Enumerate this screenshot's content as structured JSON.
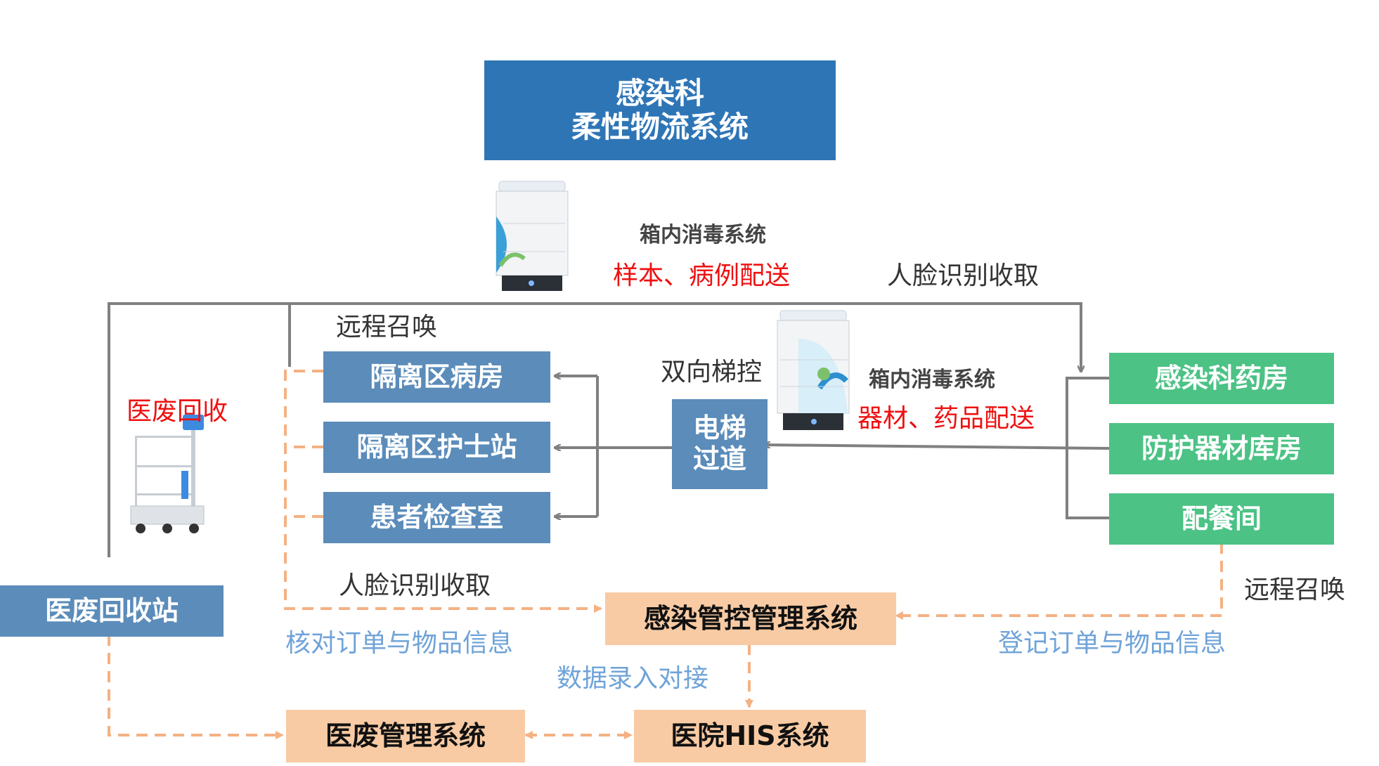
{
  "title": {
    "line1": "感染科",
    "line2": "柔性物流系统"
  },
  "nodes": {
    "ward": "隔离区病房",
    "nurse_station": "隔离区护士站",
    "exam_room": "患者检查室",
    "elevator": {
      "line1": "电梯",
      "line2": "过道"
    },
    "pharmacy": "感染科药房",
    "warehouse": "防护器材库房",
    "kitchen": "配餐间",
    "waste_station": "医废回收站",
    "infection_system": "感染管控管理系统",
    "waste_system": "医废管理系统",
    "his_system": "医院HIS系统"
  },
  "labels": {
    "disinfect_top": "箱内消毒系统",
    "sample_delivery": "样本、病例配送",
    "face_pickup_top": "人脸识别收取",
    "remote_call_top": "远程召唤",
    "two_way_elevator": "双向梯控",
    "disinfect_mid": "箱内消毒系统",
    "equipment_delivery": "器材、药品配送",
    "waste_recovery": "医废回收",
    "face_pickup_bottom": "人脸识别收取",
    "remote_call_right": "远程召唤",
    "verify_order": "核对订单与物品信息",
    "register_order": "登记订单与物品信息",
    "data_entry": "数据录入对接"
  },
  "colors": {
    "title_bg": "#2e75b6",
    "dept_blue": "#5b8cba",
    "dept_green": "#4cc285",
    "system_orange": "#f8cba4",
    "flow_gray": "#808080",
    "dashed_orange": "#f4b183",
    "accent_red": "#ee1111",
    "note_blue": "#6fa3d8"
  },
  "icons": [
    "delivery-robot-icon",
    "delivery-robot-icon",
    "waste-cart-robot-icon"
  ]
}
